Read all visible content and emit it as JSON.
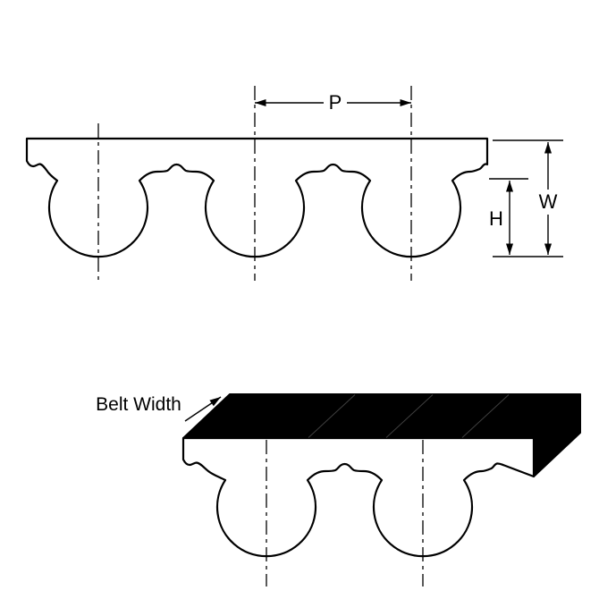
{
  "page": {
    "background": "#ffffff"
  },
  "top_view": {
    "labels": {
      "pitch": "P",
      "belt_thickness": "W",
      "tooth_height": "H"
    }
  },
  "perspective_view": {
    "labels": {
      "belt_width": "Belt Width"
    }
  },
  "colors": {
    "line": "#000000",
    "belt_fill": "#ffffff",
    "top_surface": "#000000"
  }
}
